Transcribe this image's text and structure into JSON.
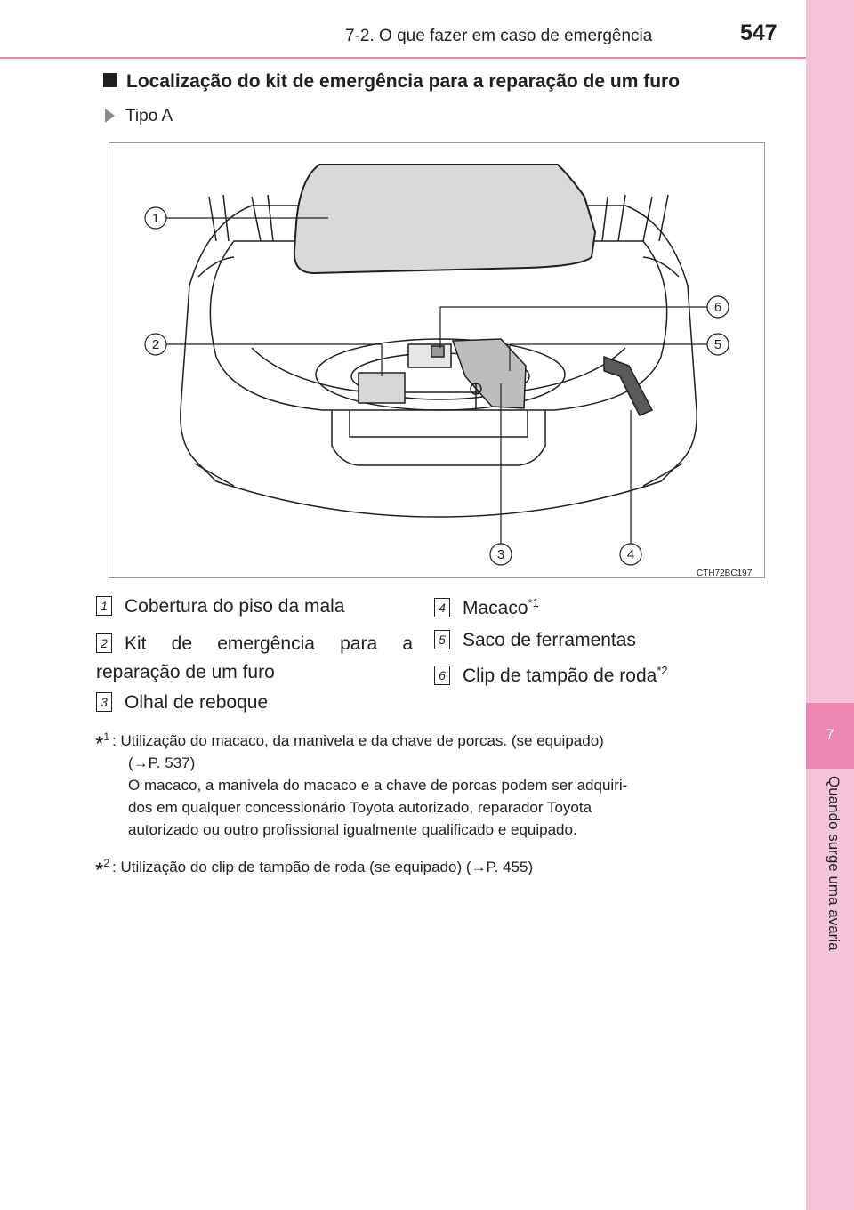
{
  "header": {
    "title": "7-2. O que fazer em caso de emergência",
    "page_number": "547"
  },
  "side_tab": {
    "chapter_number": "7",
    "chapter_label": "Quando surge uma avaria"
  },
  "section": {
    "heading": "Localização do kit de emergência para a reparação de um furo",
    "subheading": "Tipo A"
  },
  "figure": {
    "code": "CTH72BC197",
    "callouts": [
      "1",
      "2",
      "3",
      "4",
      "5",
      "6"
    ]
  },
  "legend": [
    {
      "num": "1",
      "text": "Cobertura do piso da mala",
      "note": ""
    },
    {
      "num": "2",
      "text": "Kit de emergência para a reparação de um furo",
      "note": ""
    },
    {
      "num": "3",
      "text": "Olhal de reboque",
      "note": ""
    },
    {
      "num": "4",
      "text": "Macaco",
      "note": "*1"
    },
    {
      "num": "5",
      "text": "Saco de ferramentas",
      "note": ""
    },
    {
      "num": "6",
      "text": "Clip de tampão de roda",
      "note": "*2"
    }
  ],
  "footnotes": [
    {
      "mark": "*",
      "num": "1",
      "lines": [
        ": Utilização do macaco, da manivela e da chave de porcas. (se equipado)",
        "(→P. 537)",
        "O macaco, a manivela do macaco e a chave de porcas podem ser adquiri-",
        "dos em qualquer concessionário Toyota autorizado, reparador Toyota",
        "autorizado ou outro profissional igualmente qualificado e equipado."
      ]
    },
    {
      "mark": "*",
      "num": "2",
      "lines": [
        ": Utilização do clip de tampão de roda (se equipado) (→P. 455)"
      ]
    }
  ]
}
